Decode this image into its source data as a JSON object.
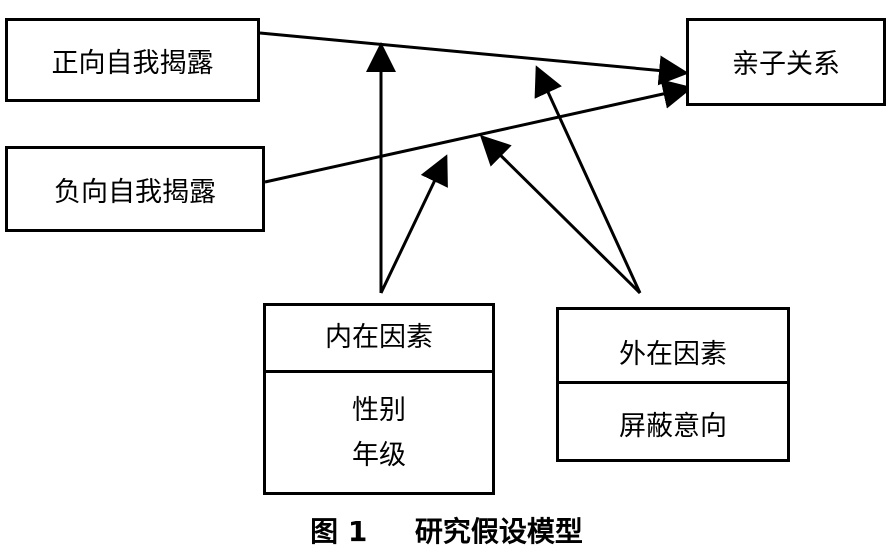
{
  "nodes": {
    "positive_disclosure": "正向自我揭露",
    "negative_disclosure": "负向自我揭露",
    "parent_child_relationship": "亲子关系",
    "internal_factors": {
      "title": "内在因素",
      "items": [
        "性别",
        "年级"
      ]
    },
    "external_factors": {
      "title": "外在因素",
      "items": [
        "屏蔽意向"
      ]
    }
  },
  "caption": {
    "label": "图 1",
    "title": "研究假设模型"
  }
}
